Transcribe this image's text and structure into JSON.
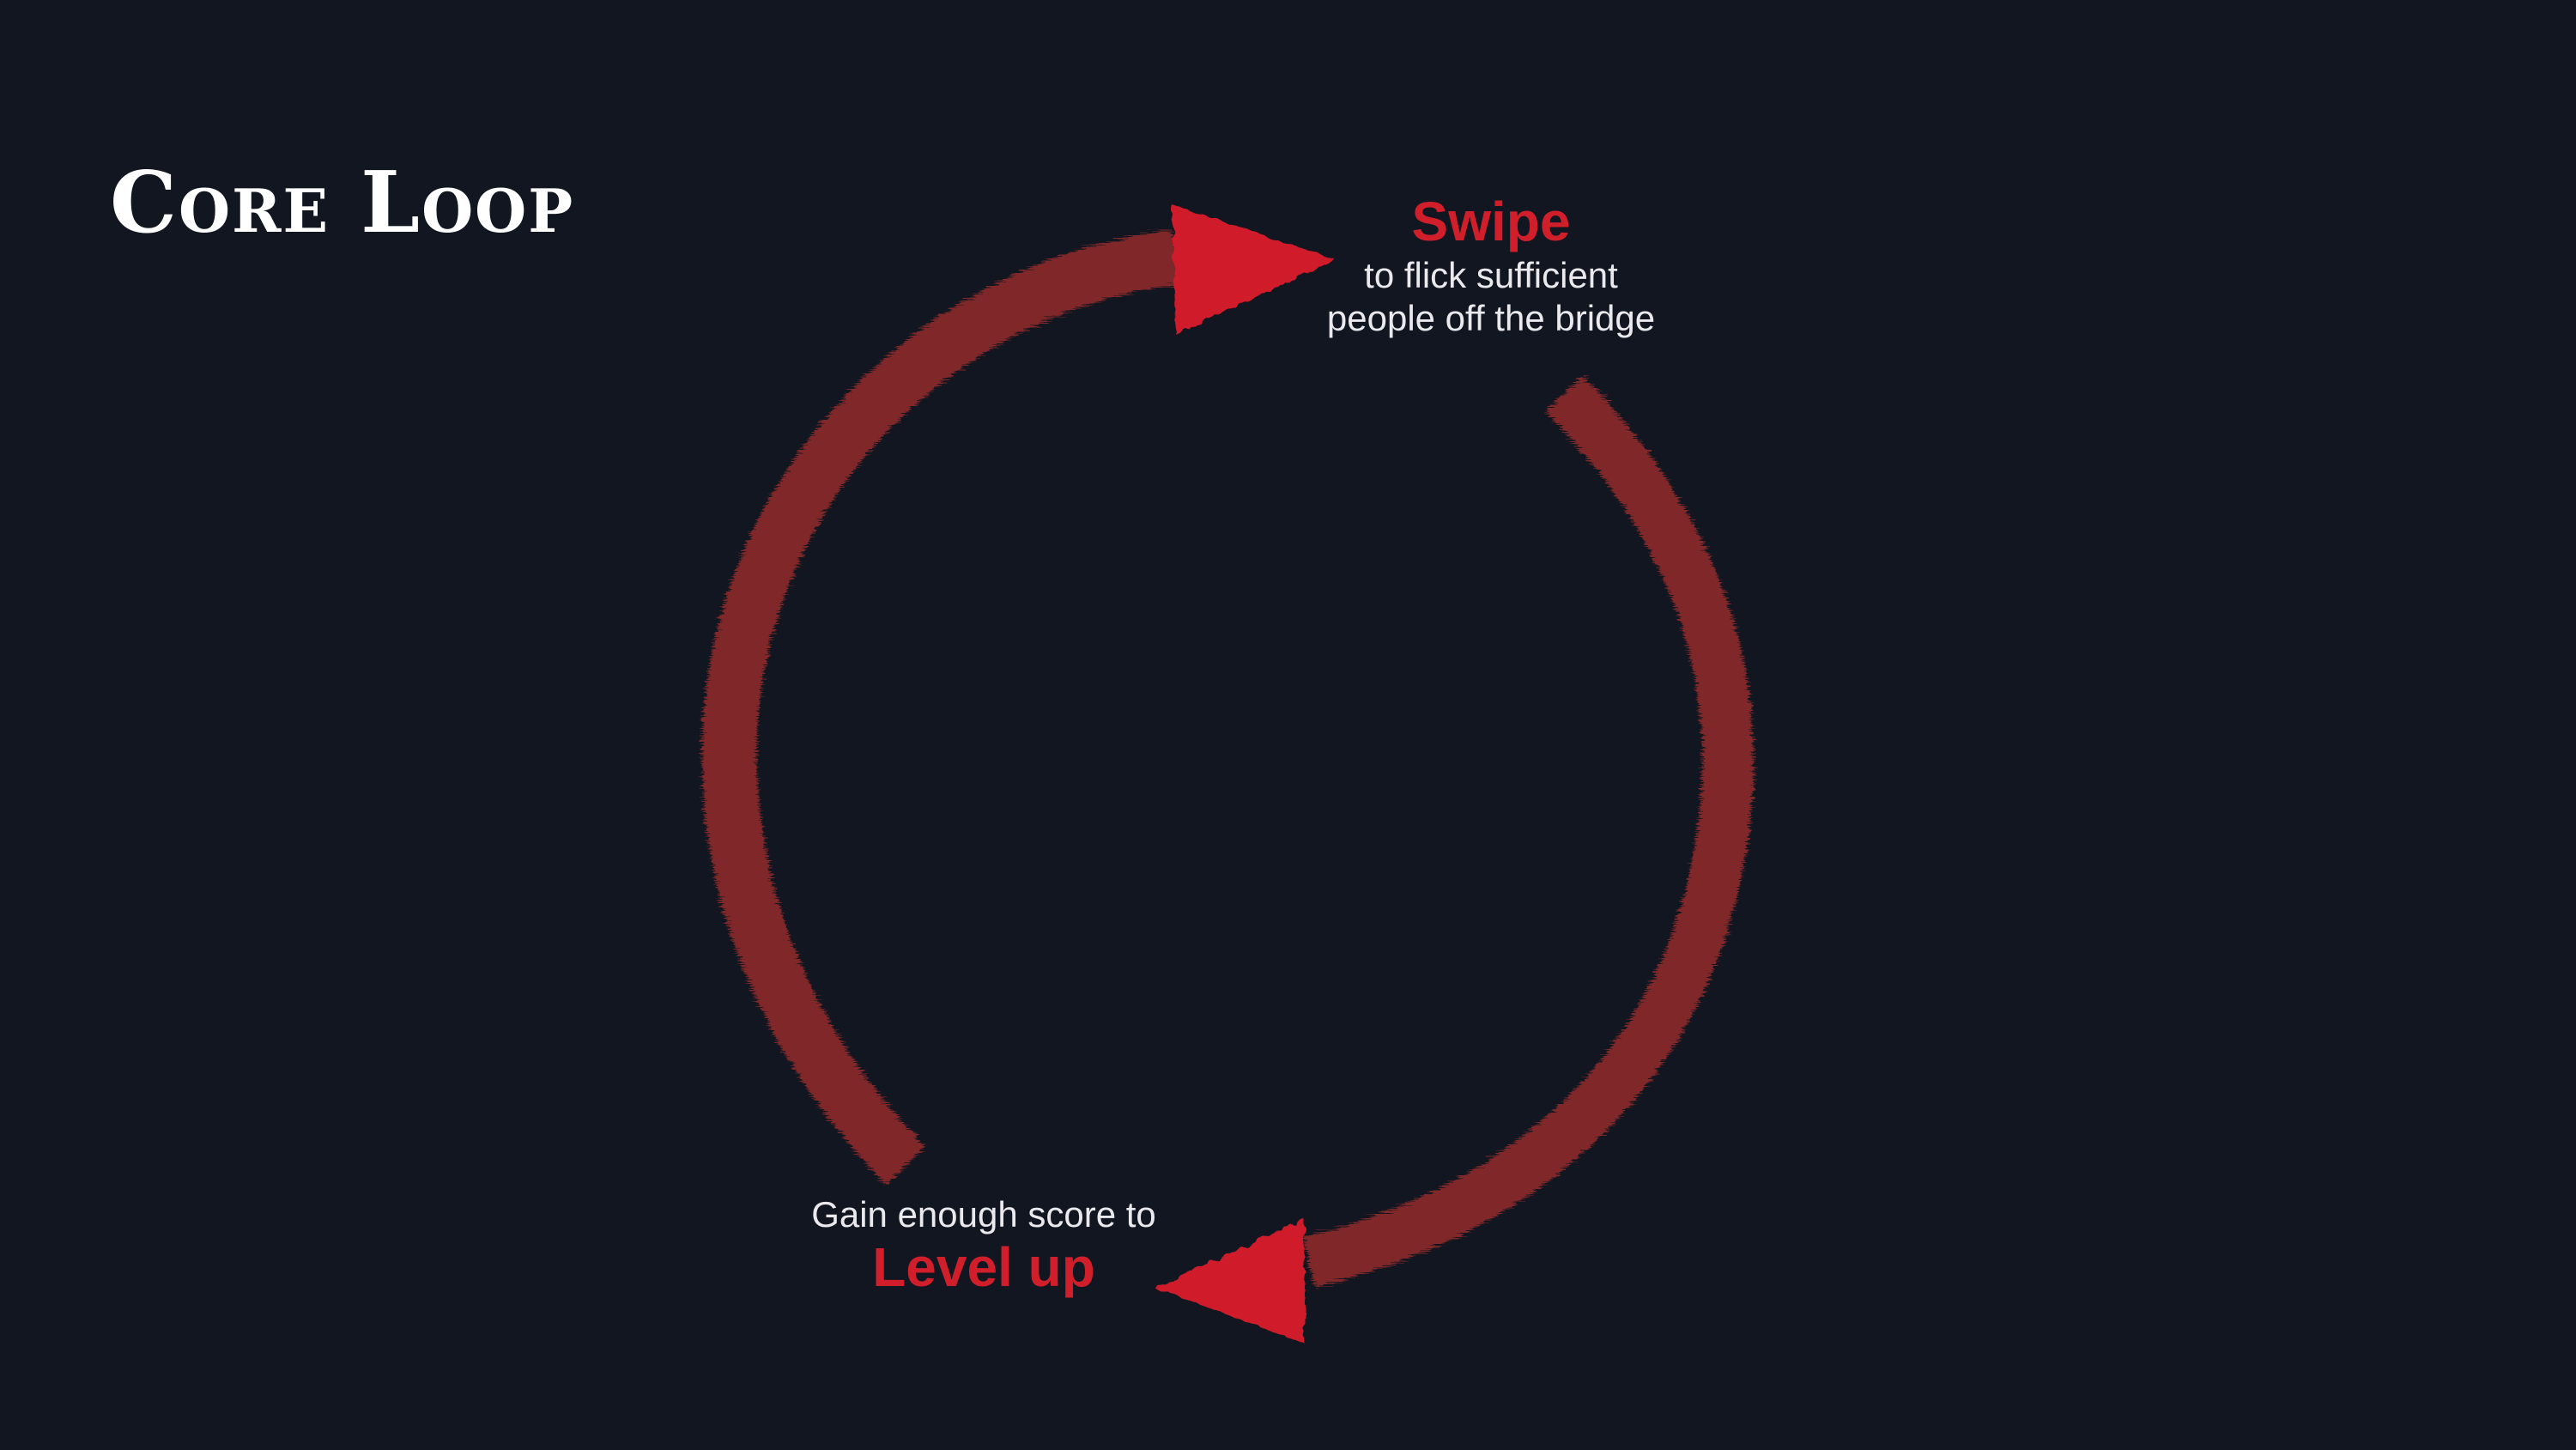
{
  "slide": {
    "title": "Core Loop",
    "background_color": "#121620",
    "accent_color": "#d01f2b",
    "arrow_color": "#8a2a2c"
  },
  "steps": [
    {
      "heading": "Swipe",
      "description_lines": [
        "to flick sufficient",
        "people off the bridge"
      ]
    },
    {
      "intro": "Gain enough score to",
      "heading": "Level up"
    }
  ]
}
